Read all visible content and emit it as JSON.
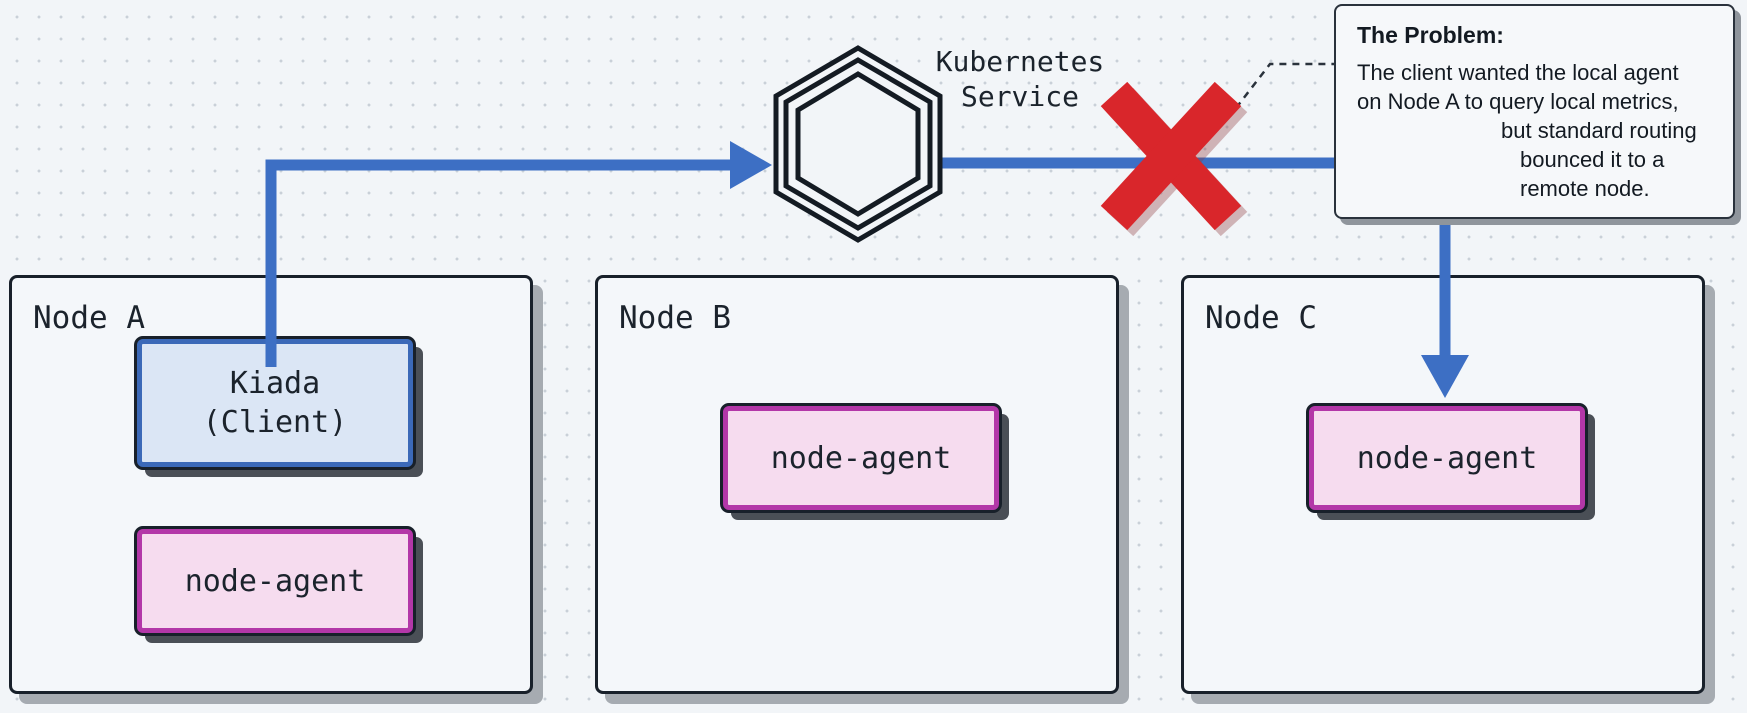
{
  "nodes": [
    {
      "label": "Node A",
      "client_label": "Kiada\n(Client)",
      "agent_label": "node-agent"
    },
    {
      "label": "Node B",
      "agent_label": "node-agent"
    },
    {
      "label": "Node C",
      "agent_label": "node-agent"
    }
  ],
  "service": {
    "label": "Kubernetes\nService",
    "icon": "hexagon-icon"
  },
  "callout": {
    "title": "The Problem:",
    "lines": [
      "The client wanted the local agent",
      "on Node A to query local metrics,",
      "but standard routing",
      "bounced it to a",
      "remote node."
    ]
  },
  "colors": {
    "arrow": "#3d6fc4",
    "cross": "#d9262b",
    "client_border": "#3b69b8",
    "agent_border": "#b337a8",
    "client_fill": "#dbe6f5",
    "agent_fill": "#f6dcef"
  }
}
